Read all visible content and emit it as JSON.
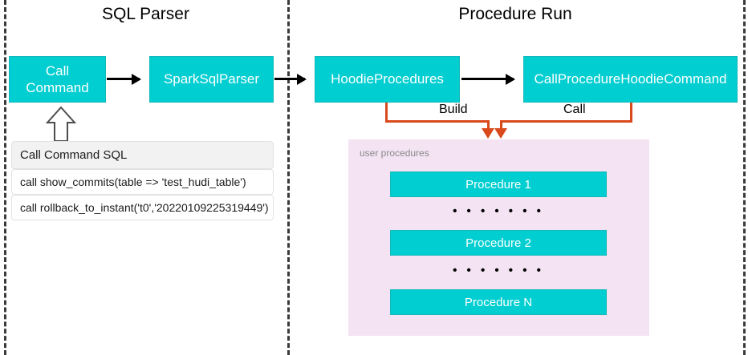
{
  "diagram": {
    "sections": [
      {
        "id": "sql-parser",
        "title": "SQL Parser"
      },
      {
        "id": "procedure-run",
        "title": "Procedure Run"
      }
    ],
    "flow_boxes": [
      {
        "id": "call-command",
        "label": "Call\nCommand"
      },
      {
        "id": "spark-sql-parser",
        "label": "SparkSqlParser"
      },
      {
        "id": "hoodie-procedures",
        "label": "HoodieProcedures"
      },
      {
        "id": "call-procedure-hoodie-command",
        "label": "CallProcedureHoodieCommand"
      }
    ],
    "edge_labels": {
      "build": "Build",
      "call": "Call"
    },
    "sql_table": {
      "header": "Call Command SQL",
      "rows": [
        "call show_commits(table => 'test_hudi_table')",
        "call rollback_to_instant('t0','20220109225319449')"
      ]
    },
    "user_procedures": {
      "label": "user procedures",
      "items": [
        {
          "id": "procedure-1",
          "label": "Procedure 1"
        },
        {
          "id": "procedure-2",
          "label": "Procedure 2"
        },
        {
          "id": "procedure-n",
          "label": "Procedure N"
        }
      ],
      "ellipsis": "• • • • • • •"
    },
    "colors": {
      "box_fill": "#00CED1",
      "box_text": "#FFFFFF",
      "connector_orange": "#D9491C",
      "connector_black": "#000000",
      "panel_fill": "#F3E3F3",
      "divider": "#3A3A3A",
      "table_header_fill": "#F2F2F2",
      "muted_text": "#8A8A8A"
    }
  }
}
